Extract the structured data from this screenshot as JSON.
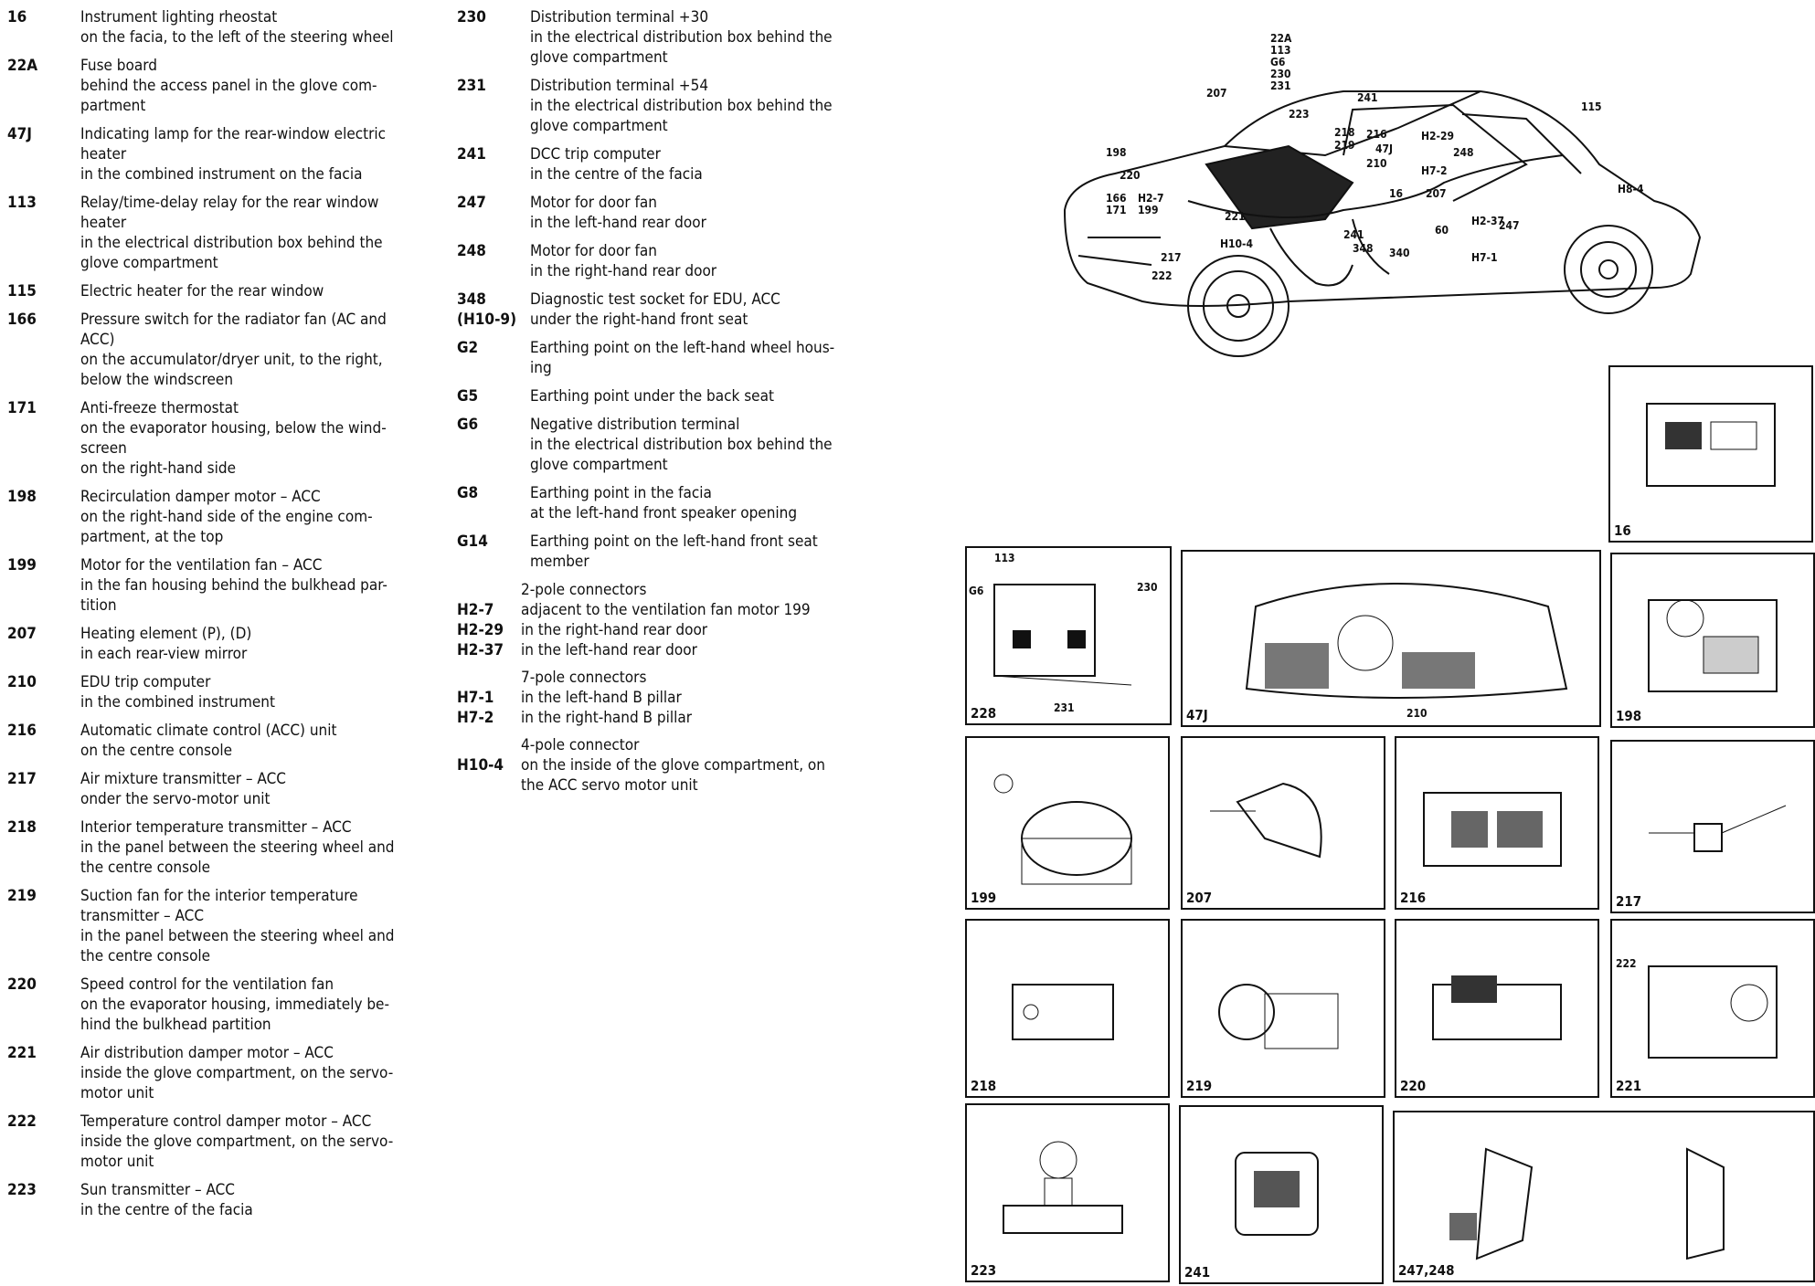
{
  "left_column": [
    {
      "code": "16",
      "lines": [
        "Instrument lighting rheostat",
        "on the facia, to the left of the steering wheel"
      ]
    },
    {
      "code": "22A",
      "lines": [
        "Fuse board",
        "behind the access panel in the glove com-",
        "partment"
      ]
    },
    {
      "code": "47J",
      "lines": [
        "Indicating lamp for the rear-window electric",
        "heater",
        "in the combined instrument on the facia"
      ]
    },
    {
      "code": "113",
      "lines": [
        "Relay/time-delay relay for the rear window",
        "heater",
        "in the electrical distribution box behind the",
        "glove compartment"
      ]
    },
    {
      "code": "115",
      "lines": [
        "Electric heater for the rear window"
      ]
    },
    {
      "code": "166",
      "lines": [
        "Pressure switch for the radiator fan (AC and",
        "ACC)",
        "on the accumulator/dryer unit, to the right,",
        "below the windscreen"
      ]
    },
    {
      "code": "171",
      "lines": [
        "Anti-freeze thermostat",
        "on the evaporator housing, below the wind-",
        "screen",
        "on the right-hand side"
      ]
    },
    {
      "code": "198",
      "lines": [
        "Recirculation damper motor – ACC",
        "on the right-hand side of the engine com-",
        "partment, at the top"
      ]
    },
    {
      "code": "199",
      "lines": [
        "Motor for the ventilation fan – ACC",
        "in the fan housing behind the bulkhead par-",
        "tition"
      ]
    },
    {
      "code": "207",
      "lines": [
        "Heating element (P), (D)",
        "in each rear-view mirror"
      ]
    },
    {
      "code": "210",
      "lines": [
        "EDU trip computer",
        "in the combined instrument"
      ]
    },
    {
      "code": "216",
      "lines": [
        "Automatic climate control (ACC) unit",
        "on the centre console"
      ]
    },
    {
      "code": "217",
      "lines": [
        "Air mixture transmitter – ACC",
        "onder the servo-motor unit"
      ]
    },
    {
      "code": "218",
      "lines": [
        "Interior temperature transmitter – ACC",
        "in the panel between the steering wheel and",
        "the centre console"
      ]
    },
    {
      "code": "219",
      "lines": [
        "Suction fan for the interior temperature",
        "transmitter – ACC",
        "in the panel between the steering wheel and",
        "the centre console"
      ]
    },
    {
      "code": "220",
      "lines": [
        "Speed control for the ventilation fan",
        "on the evaporator housing, immediately be-",
        "hind the bulkhead partition"
      ]
    },
    {
      "code": "221",
      "lines": [
        "Air distribution damper motor – ACC",
        "inside the glove compartment, on the servo-",
        "motor unit"
      ]
    },
    {
      "code": "222",
      "lines": [
        "Temperature control damper motor – ACC",
        "inside the glove compartment, on the servo-",
        "motor unit"
      ]
    },
    {
      "code": "223",
      "lines": [
        "Sun transmitter – ACC",
        "in the centre of the facia"
      ]
    }
  ],
  "right_column": [
    {
      "code": "230",
      "lines": [
        "Distribution terminal +30",
        "in the electrical distribution box behind the",
        "glove compartment"
      ]
    },
    {
      "code": "231",
      "lines": [
        "Distribution terminal +54",
        "in the electrical distribution box behind the",
        "glove compartment"
      ]
    },
    {
      "code": "241",
      "lines": [
        "DCC trip computer",
        "in the centre of the facia"
      ]
    },
    {
      "code": "247",
      "lines": [
        "Motor for door fan",
        "in the left-hand rear door"
      ]
    },
    {
      "code": "248",
      "lines": [
        "Motor for door fan",
        "in the right-hand rear door"
      ]
    },
    {
      "code": "348\n(H10-9)",
      "lines": [
        "Diagnostic test socket for EDU, ACC",
        "under the right-hand front seat"
      ]
    },
    {
      "code": "G2",
      "lines": [
        "Earthing point on the left-hand wheel hous-",
        "ing"
      ]
    },
    {
      "code": "G5",
      "lines": [
        "Earthing point under the back seat"
      ]
    },
    {
      "code": "G6",
      "lines": [
        "Negative distribution terminal",
        "in the electrical distribution box behind the",
        "glove compartment"
      ]
    },
    {
      "code": "G8",
      "lines": [
        "Earthing point in the facia",
        "at the left-hand front speaker opening"
      ]
    },
    {
      "code": "G14",
      "lines": [
        "Earthing point on the left-hand front seat",
        "member"
      ]
    }
  ],
  "connectors": [
    {
      "heading": "2-pole connectors",
      "items": [
        {
          "code": "H2-7",
          "text": "adjacent to the ventilation fan motor 199"
        },
        {
          "code": "H2-29",
          "text": "in the right-hand rear door"
        },
        {
          "code": "H2-37",
          "text": "in the left-hand rear door"
        }
      ]
    },
    {
      "heading": "7-pole connectors",
      "items": [
        {
          "code": "H7-1",
          "text": "in the left-hand B pillar"
        },
        {
          "code": "H7-2",
          "text": "in the right-hand B pillar"
        }
      ]
    },
    {
      "heading": "4-pole connector",
      "items": [
        {
          "code": "H10-4",
          "text": "on the inside of the glove compartment, on"
        },
        {
          "code": "",
          "text": "the ACC servo motor unit"
        }
      ]
    }
  ],
  "car_callouts": [
    "22A",
    "113",
    "G6",
    "230",
    "231",
    "207",
    "241",
    "223",
    "218",
    "216",
    "219",
    "47J",
    "210",
    "H2-29",
    "248",
    "H7-2",
    "115",
    "198",
    "220",
    "166",
    "171",
    "H2-7",
    "199",
    "221",
    "16",
    "207",
    "241",
    "60",
    "H8-4",
    "H2-37",
    "247",
    "H7-1",
    "217",
    "H10-4",
    "348",
    "340",
    "222"
  ],
  "panels": [
    {
      "id": "16",
      "label": "16",
      "callouts": []
    },
    {
      "id": "228",
      "label": "228",
      "callouts": [
        "113",
        "G6",
        "230",
        "231"
      ]
    },
    {
      "id": "47J",
      "label": "47J",
      "callouts": [
        "210"
      ]
    },
    {
      "id": "198",
      "label": "198",
      "callouts": []
    },
    {
      "id": "199",
      "label": "199",
      "callouts": []
    },
    {
      "id": "207",
      "label": "207",
      "callouts": []
    },
    {
      "id": "216",
      "label": "216",
      "callouts": []
    },
    {
      "id": "217",
      "label": "217",
      "callouts": []
    },
    {
      "id": "218",
      "label": "218",
      "callouts": []
    },
    {
      "id": "219",
      "label": "219",
      "callouts": []
    },
    {
      "id": "220",
      "label": "220",
      "callouts": []
    },
    {
      "id": "221",
      "label": "221",
      "callouts": [
        "222"
      ]
    },
    {
      "id": "223",
      "label": "223",
      "callouts": []
    },
    {
      "id": "241",
      "label": "241",
      "callouts": []
    },
    {
      "id": "247248",
      "label": "247,248",
      "callouts": []
    }
  ]
}
